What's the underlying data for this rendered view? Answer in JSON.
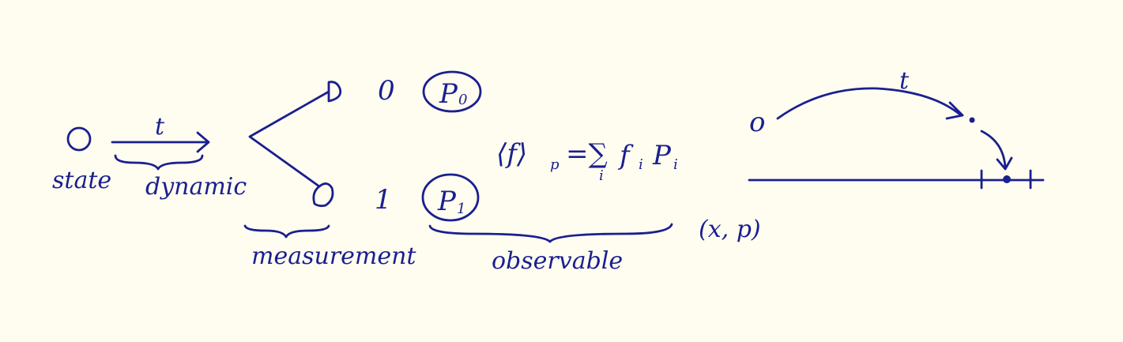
{
  "labels": {
    "time_left": "t",
    "state": "state",
    "dynamic": "dynamic",
    "measurement": "measurement",
    "outcome0": "0",
    "outcome1": "1",
    "prob0_letter": "P",
    "prob0_index": "0",
    "prob1_letter": "P",
    "prob1_index": "1",
    "expectation": "⟨f⟩",
    "expectation_sub": "p",
    "expectation_rhs": "=∑",
    "expectation_sum_index": "i",
    "expectation_f": "f",
    "expectation_f_index": "i",
    "expectation_p": "P",
    "expectation_p_index": "i",
    "observable": "observable",
    "phase_point": "(x, p)",
    "origin": "o",
    "time_right": "t"
  },
  "colors": {
    "ink": "#1a1f8f",
    "paper": "#fffdf0"
  }
}
